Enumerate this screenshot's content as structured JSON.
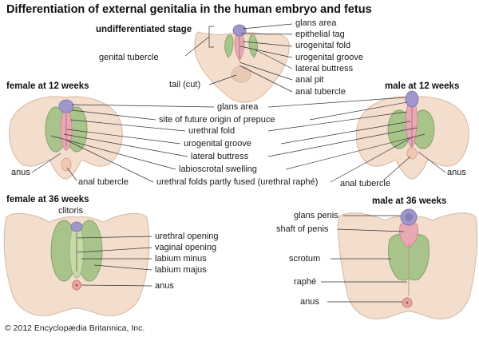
{
  "title": "Differentiation of external genitalia in the human embryo and fetus",
  "copyright": "© 2012 Encyclopædia Britannica, Inc.",
  "stages": {
    "undifferentiated": "undifferentiated stage",
    "female_12": "female at 12 weeks",
    "male_12": "male at 12 weeks",
    "female_36": "female at 36 weeks",
    "male_36": "male at 36 weeks"
  },
  "labels": {
    "undifferentiated": {
      "genital_tubercle": "genital tubercle",
      "tail_cut": "tail (cut)",
      "glans_area": "glans area",
      "epithelial_tag": "epithelial tag",
      "urogenital_fold": "urogenital fold",
      "urogenital_groove": "urogenital groove",
      "lateral_buttress": "lateral buttress",
      "anal_pit": "anal pit",
      "anal_tubercle": "anal tubercle"
    },
    "week12": {
      "glans_area": "glans area",
      "site_of_prepuce": "site of future origin of prepuce",
      "urethral_fold": "urethral fold",
      "urogenital_groove": "urogenital groove",
      "lateral_buttress": "lateral buttress",
      "labioscrotal_swelling": "labioscrotal swelling",
      "urethral_folds_fused": "urethral folds partly fused (urethral raphé)",
      "anus_female": "anus",
      "anal_tubercle_female": "anal tubercle",
      "anus_male": "anus",
      "anal_tubercle_male": "anal tubercle"
    },
    "female36": {
      "clitoris": "clitoris",
      "urethral_opening": "urethral opening",
      "vaginal_opening": "vaginal opening",
      "labium_minus": "labium minus",
      "labium_majus": "labium majus",
      "anus": "anus"
    },
    "male36": {
      "glans_penis": "glans penis",
      "shaft_of_penis": "shaft of penis",
      "scrotum": "scrotum",
      "raphe": "raphé",
      "anus": "anus"
    }
  },
  "colors": {
    "skin": "#f3ddcd",
    "skin_shadow": "#e3c3ad",
    "green_swelling": "#a9c48b",
    "green_dark": "#7f9f63",
    "pink_fold": "#e7a9b3",
    "purple_glans": "#9f97c9",
    "leader_line": "#333333"
  }
}
